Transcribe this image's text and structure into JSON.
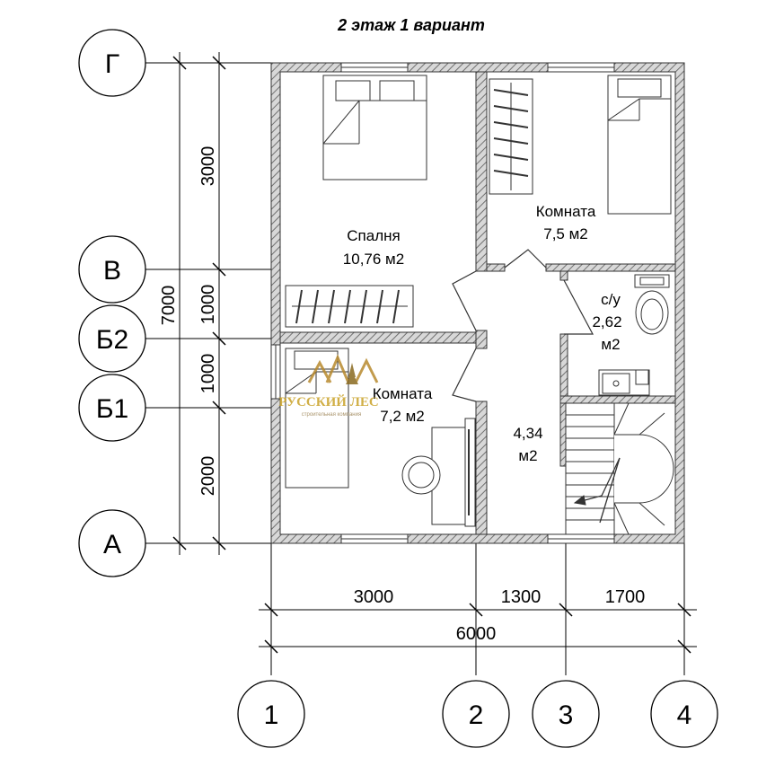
{
  "title": "2 этаж 1 вариант",
  "axes": {
    "rows": [
      "Г",
      "В",
      "Б2",
      "Б1",
      "А"
    ],
    "columns": [
      "1",
      "2",
      "3",
      "4"
    ]
  },
  "dimensions": {
    "vertical": [
      "3000",
      "1000",
      "1000",
      "2000"
    ],
    "vertical_total": "7000",
    "horizontal": [
      "3000",
      "1300",
      "1700"
    ],
    "horizontal_total": "6000"
  },
  "rooms": {
    "bedroom": {
      "name": "Спалня",
      "area": "10,76 м2"
    },
    "room_upper": {
      "name": "Комната",
      "area": "7,5 м2"
    },
    "bathroom": {
      "name": "с/у",
      "area_line1": "2,62",
      "area_line2": "м2"
    },
    "room_lower": {
      "name": "Комната",
      "area": "7,2 м2"
    },
    "hall": {
      "area_line1": "4,34",
      "area_line2": "м2"
    }
  },
  "logo": {
    "name": "РУССКИЙ ЛЕС",
    "tagline": "строительная компания"
  }
}
